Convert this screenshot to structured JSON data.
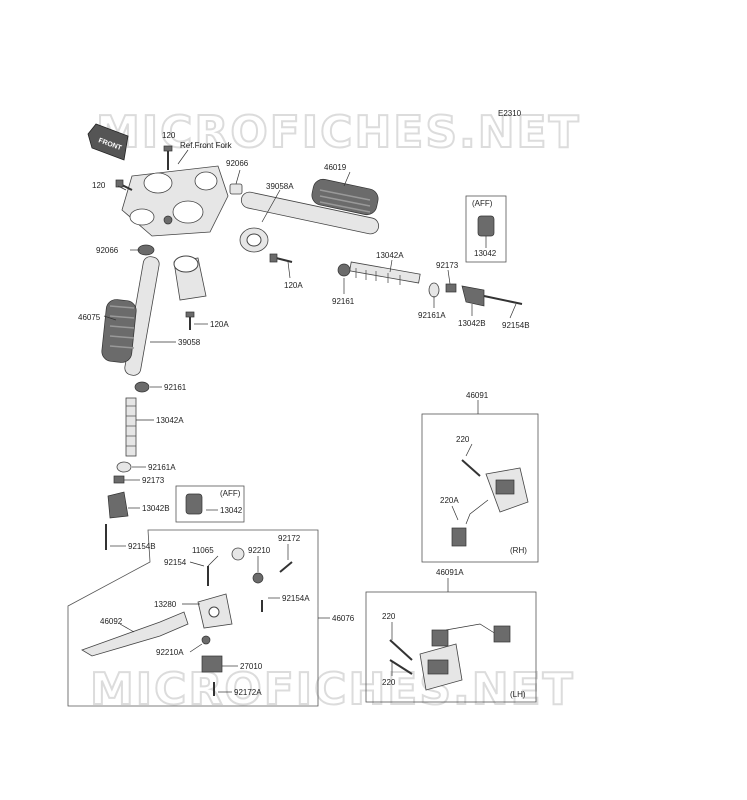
{
  "diagram_code": "E2310",
  "watermark": "MICROFICHES.NET",
  "front_arrow": "FRONT",
  "ref_note": "Ref.Front Fork",
  "parts": {
    "p120_top": "120",
    "p120_left": "120",
    "p92066_left": "92066",
    "p92066_top": "92066",
    "p46019": "46019",
    "p39058A": "39058A",
    "p120A_mid": "120A",
    "p13042A_top": "13042A",
    "p92173_top": "92173",
    "p92161_top": "92161",
    "p92161A_top": "92161A",
    "p13042B_top": "13042B",
    "p92154B_top": "92154B",
    "p13042_aff_top": "13042",
    "aff_top": "(AFF)",
    "p46075": "46075",
    "p120A_left": "120A",
    "p39058": "39058",
    "p92161_left": "92161",
    "p13042A_left": "13042A",
    "p92161A_left": "92161A",
    "p92173_left": "92173",
    "p13042B_left": "13042B",
    "aff_left": "(AFF)",
    "p13042_aff_left": "13042",
    "p92154B_left": "92154B",
    "p46091": "46091",
    "p220_rh": "220",
    "p220A": "220A",
    "rh": "(RH)",
    "p46091A": "46091A",
    "p220_lh1": "220",
    "p220_lh2": "220",
    "lh": "(LH)",
    "p11065": "11065",
    "p92210": "92210",
    "p92172": "92172",
    "p92154": "92154",
    "p13280": "13280",
    "p92154A": "92154A",
    "p46076": "46076",
    "p46092": "46092",
    "p92210A": "92210A",
    "p27010": "27010",
    "p92172A": "92172A"
  }
}
